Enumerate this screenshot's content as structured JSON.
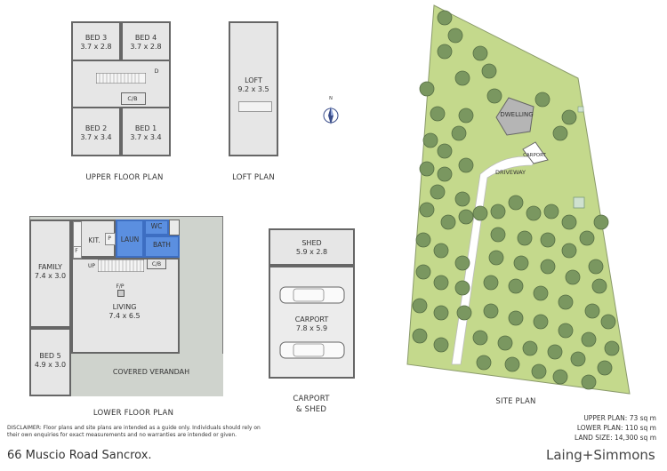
{
  "upper_floor": {
    "caption": "UPPER FLOOR PLAN",
    "rooms": [
      {
        "name": "BED 3",
        "dims": "3.7 x 2.8"
      },
      {
        "name": "BED 4",
        "dims": "3.7 x 2.8"
      },
      {
        "name": "BED 2",
        "dims": "3.7 x 3.4"
      },
      {
        "name": "BED 1",
        "dims": "3.7 x 3.4"
      }
    ],
    "cb_label": "C/B",
    "d_label": "D"
  },
  "loft": {
    "caption": "LOFT PLAN",
    "name": "LOFT",
    "dims": "9.2 x 3.5"
  },
  "lower_floor": {
    "caption": "LOWER FLOOR PLAN",
    "family": {
      "name": "FAMILY",
      "dims": "7.4 x 3.0"
    },
    "kit": "KIT.",
    "laun": "LAUN",
    "wc": "WC",
    "bath": "BATH",
    "p_label": "P",
    "f_label": "F",
    "up_label": "UP",
    "cb_label": "C/B",
    "fp_label": "F/P",
    "living": {
      "name": "LIVING",
      "dims": "7.4 x 6.5"
    },
    "bed5": {
      "name": "BED 5",
      "dims": "4.9 x 3.0"
    },
    "verandah": "COVERED VERANDAH"
  },
  "carport_shed": {
    "caption_line1": "CARPORT",
    "caption_line2": "& SHED",
    "shed": {
      "name": "SHED",
      "dims": "5.9 x 2.8"
    },
    "carport": {
      "name": "CARPORT",
      "dims": "7.8 x 5.9"
    }
  },
  "site": {
    "caption": "SITE PLAN",
    "dwelling": "DWELLING",
    "carport": "CARPORT",
    "driveway": "DRIVEWAY",
    "compass_n": "N"
  },
  "stats": {
    "upper": "UPPER PLAN: 73 sq m",
    "lower": "LOWER PLAN: 110 sq m",
    "land": "LAND SIZE: 14,300 sq m"
  },
  "disclaimer": "DISCLAIMER: Floor plans and site plans are intended as a guide only. Individuals should rely on their own enquiries for exact measurements and no warranties are intended or given.",
  "address": "66 Muscio Road Sancrox.",
  "brand": "Laing+Simmons",
  "colors": {
    "room_fill": "#e6e6e6",
    "wall": "#666666",
    "blue": "#5b8fe0",
    "grass": "#c4d98c",
    "tree": "#7a9760"
  }
}
